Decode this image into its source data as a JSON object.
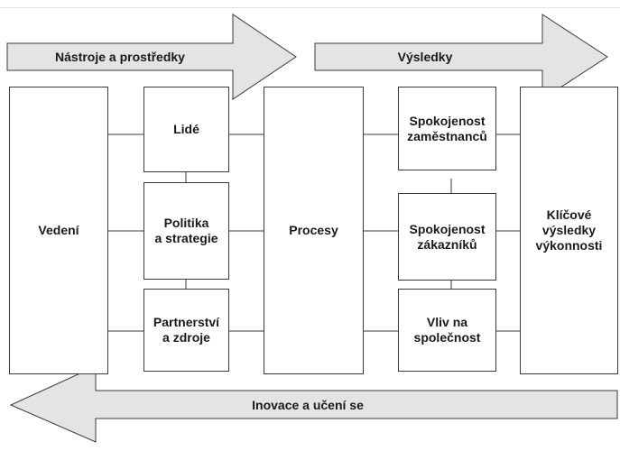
{
  "arrows": {
    "tools": "Nástroje a prostředky",
    "results": "Výsledky",
    "innovation": "Inovace a učení se"
  },
  "boxes": {
    "leadership": "Vedení",
    "people": "Lidé",
    "policy": "Politika\na strategie",
    "partnership": "Partnerství\na zdroje",
    "processes": "Procesy",
    "employee_satisfaction": "Spokojenost\nzaměstnanců",
    "customer_satisfaction": "Spokojenost\nzákazníků",
    "society_impact": "Vliv na\nspolečnost",
    "key_results": "Klíčové\nvýsledky\nvýkonnosti"
  },
  "colors": {
    "arrow_fill": "#e4e4e4",
    "stroke": "#3a3a3a"
  }
}
